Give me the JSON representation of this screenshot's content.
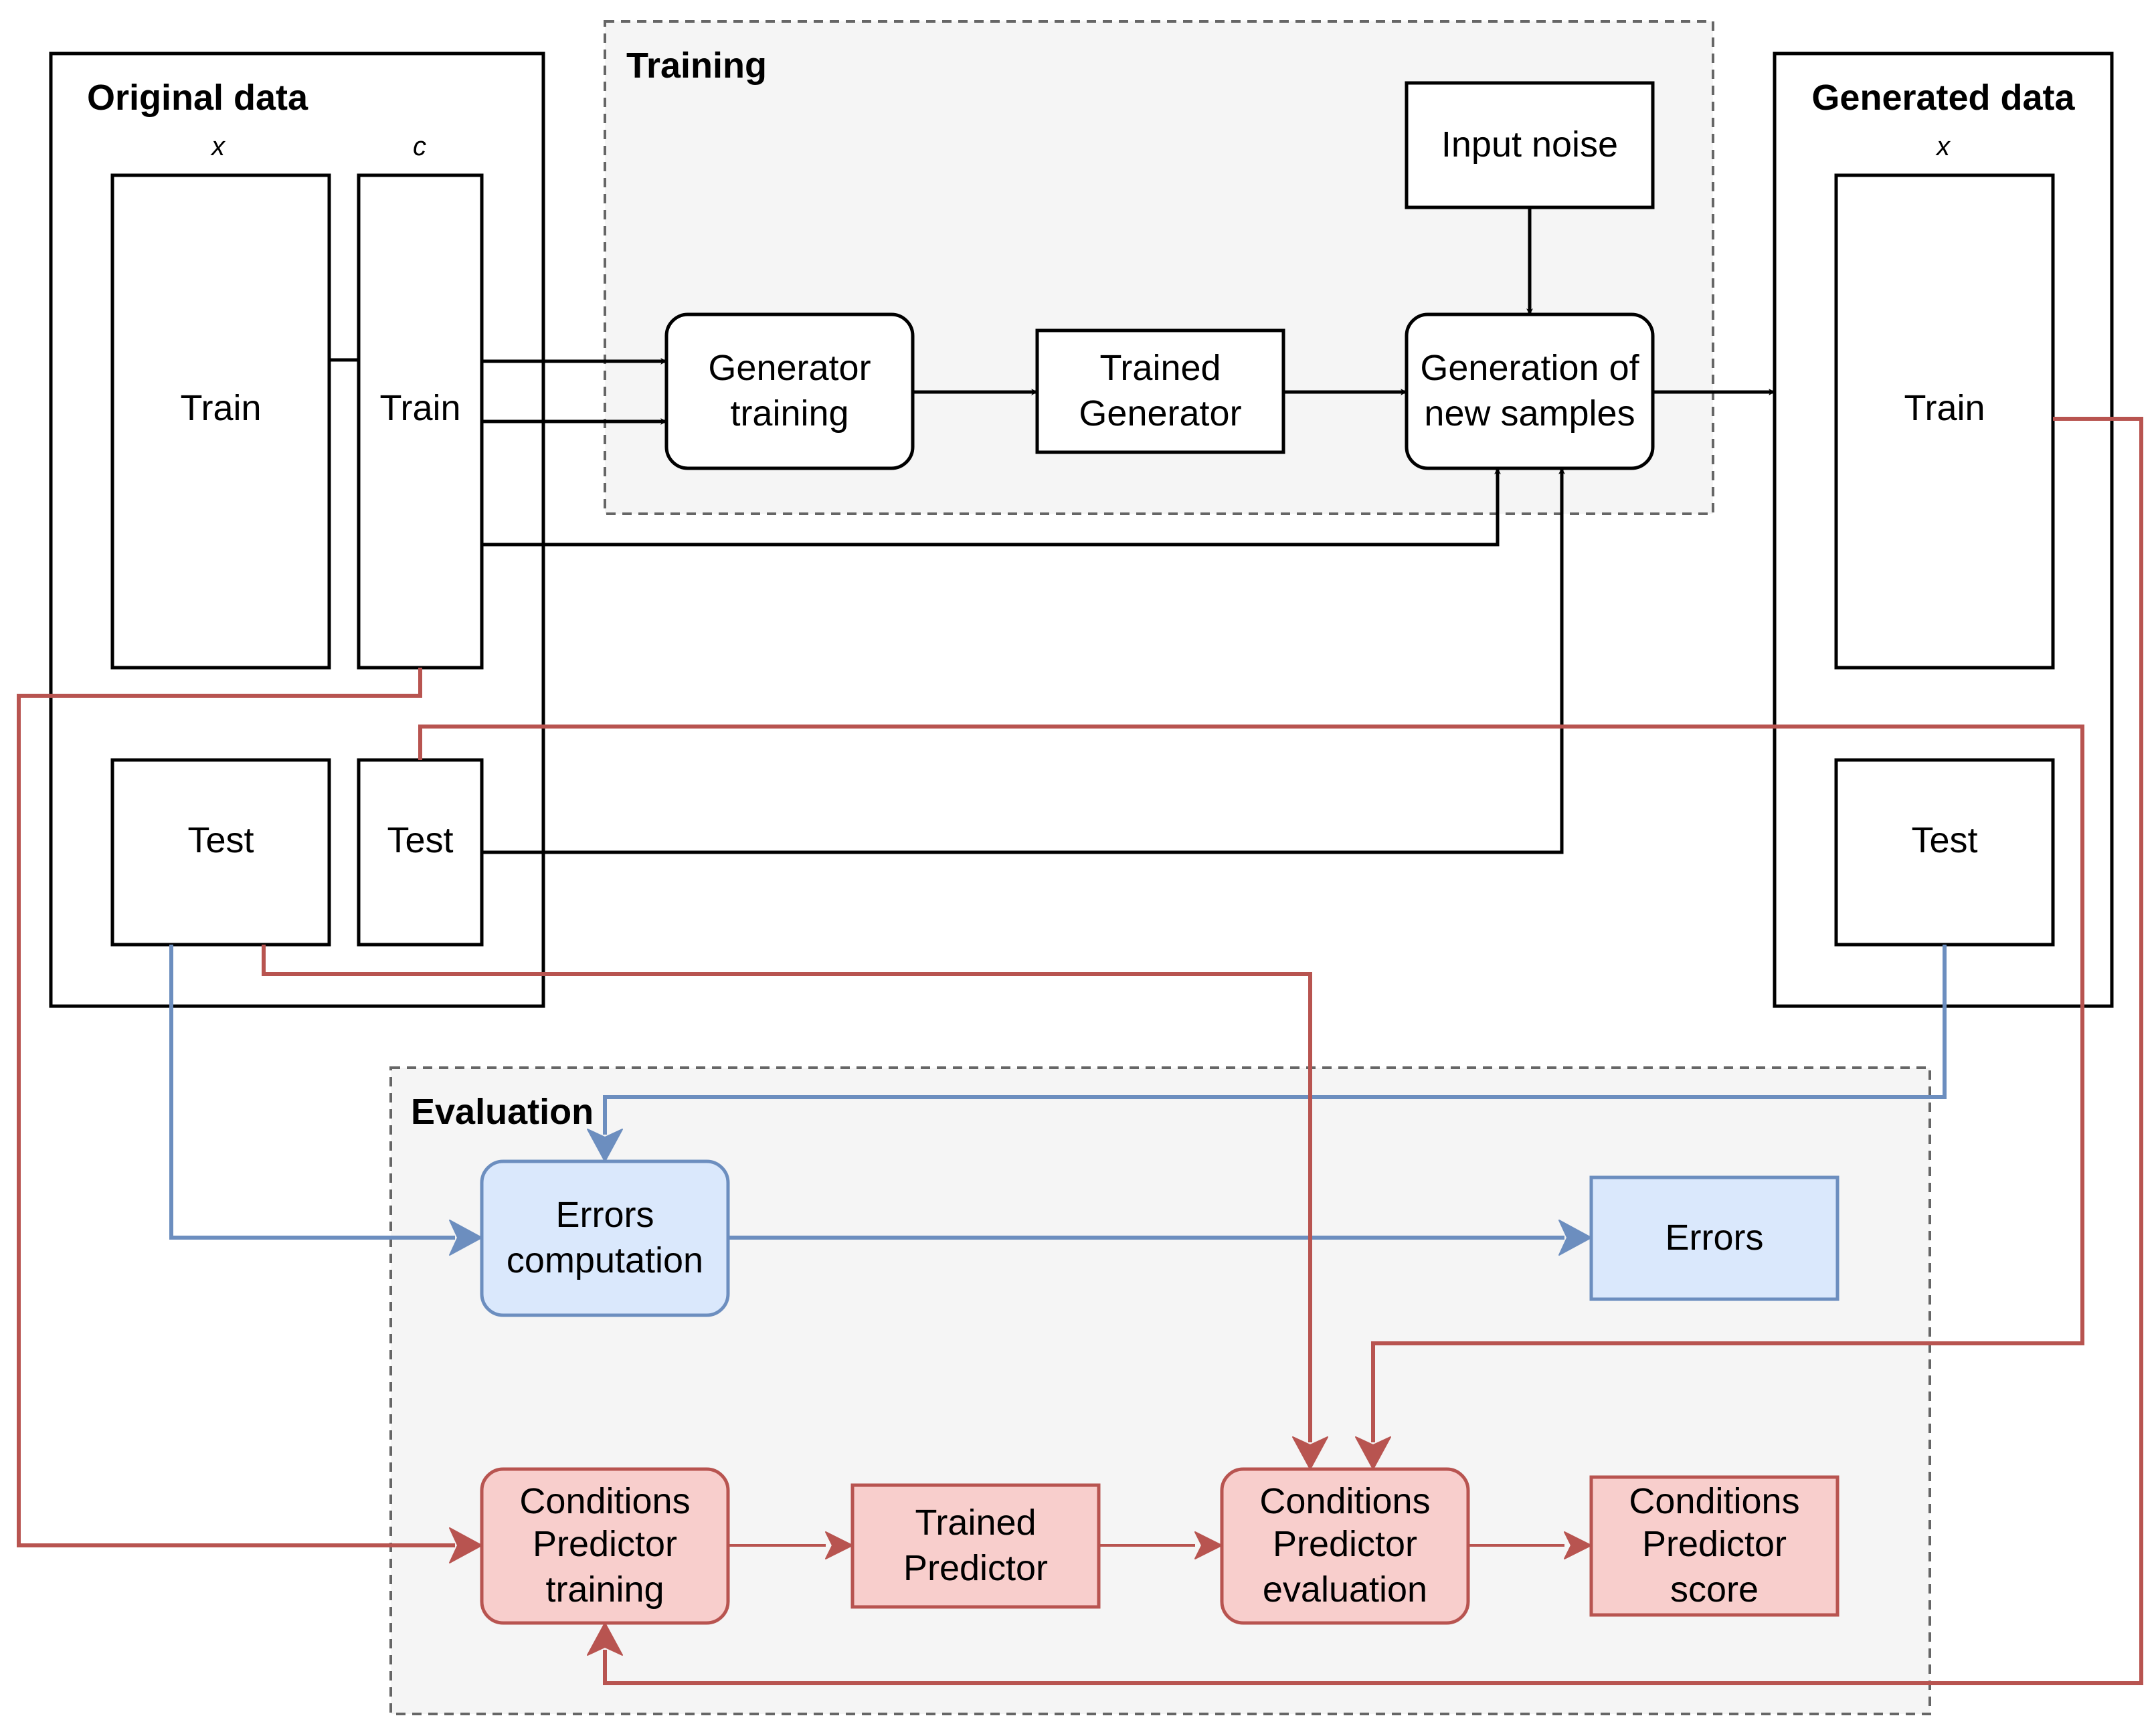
{
  "colors": {
    "black": "#000000",
    "blue_stroke": "#6c8ebf",
    "blue_fill": "#dae8fc",
    "red_stroke": "#b85450",
    "red_fill": "#f8cecc",
    "group_fill": "#f5f5f5",
    "group_border": "#666666"
  },
  "original": {
    "title": "Original data",
    "col_x": "x",
    "col_c": "c",
    "train_x": "Train",
    "train_c": "Train",
    "test_x": "Test",
    "test_c": "Test"
  },
  "training": {
    "title": "Training",
    "input_noise": "Input noise",
    "generator_training": [
      "Generator",
      "training"
    ],
    "trained_generator": [
      "Trained",
      "Generator"
    ],
    "generation": [
      "Generation of",
      "new samples"
    ]
  },
  "generated": {
    "title": "Generated data",
    "col_x": "x",
    "train": "Train",
    "test": "Test"
  },
  "evaluation": {
    "title": "Evaluation",
    "errors_computation": [
      "Errors",
      "computation"
    ],
    "errors": "Errors",
    "cp_training": [
      "Conditions",
      "Predictor",
      "training"
    ],
    "trained_predictor": [
      "Trained",
      "Predictor"
    ],
    "cp_evaluation": [
      "Conditions",
      "Predictor",
      "evaluation"
    ],
    "cp_score": [
      "Conditions",
      "Predictor",
      "score"
    ]
  }
}
